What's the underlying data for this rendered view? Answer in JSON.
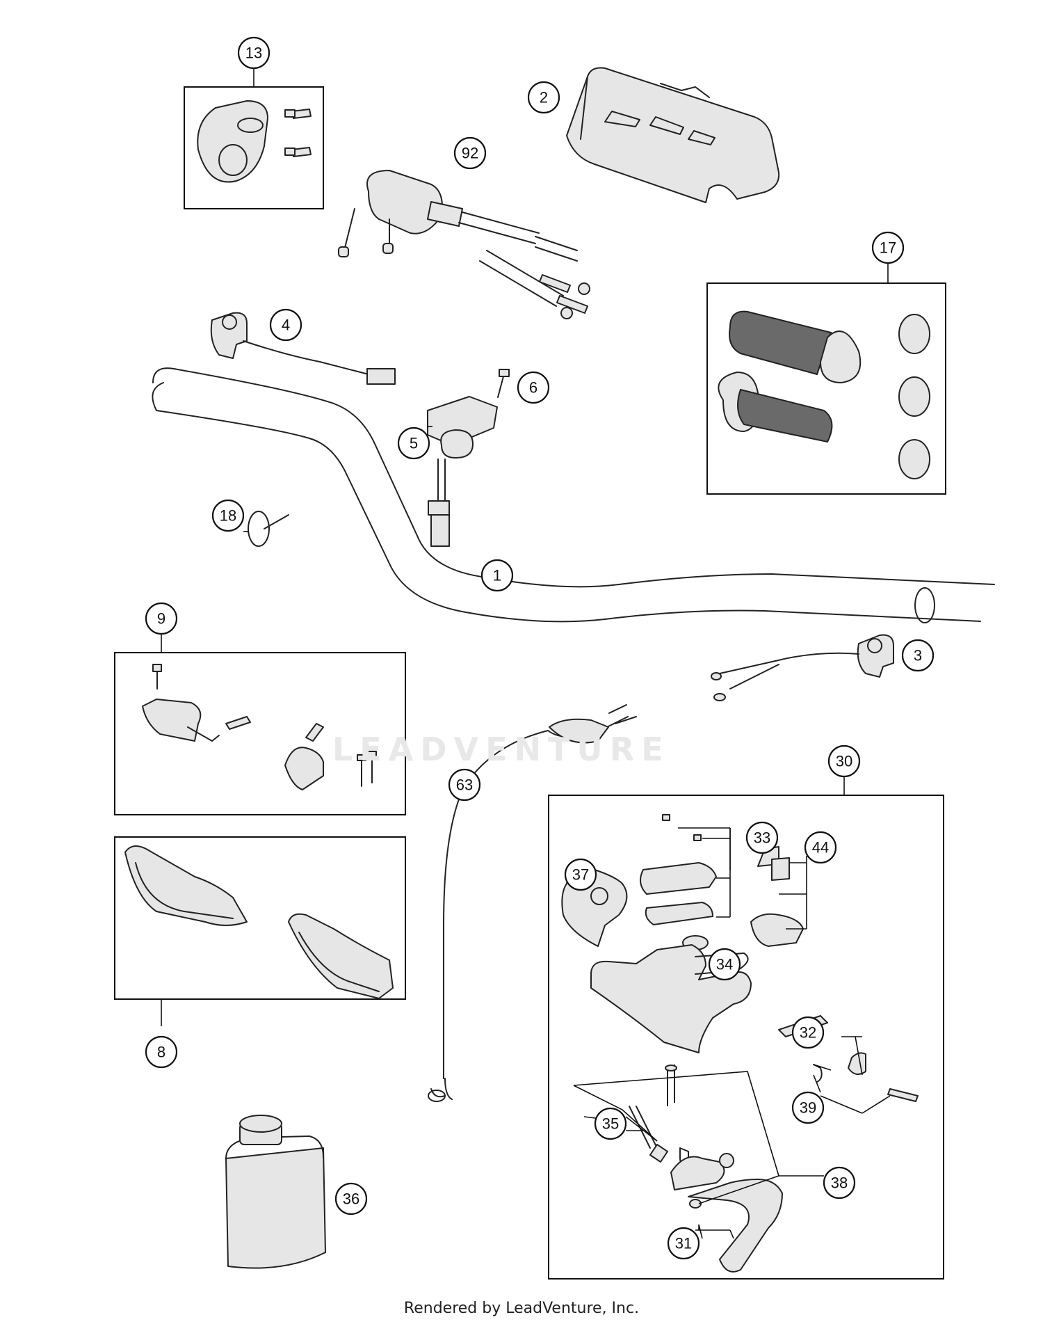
{
  "watermark": {
    "text": "LEADVENTURE"
  },
  "footer": {
    "text": "Rendered by LeadVenture, Inc."
  },
  "callouts": [
    "13",
    "2",
    "92",
    "4",
    "6",
    "17",
    "5",
    "18",
    "1",
    "9",
    "3",
    "30",
    "63",
    "33",
    "44",
    "37",
    "34",
    "8",
    "32",
    "39",
    "35",
    "38",
    "36",
    "31"
  ]
}
